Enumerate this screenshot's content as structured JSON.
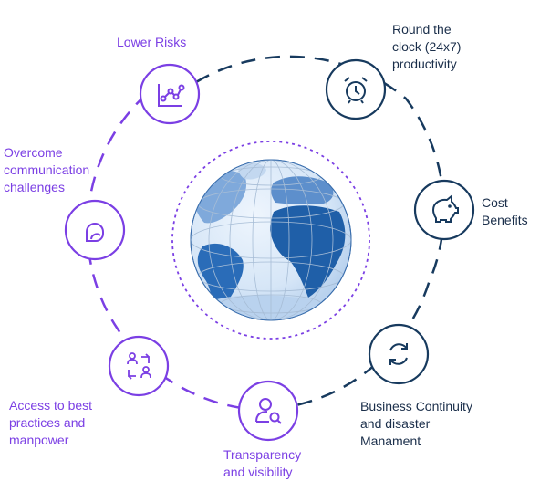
{
  "colors": {
    "purple": "#7b3fe4",
    "navy": "#173a5e",
    "globe_dark": "#1f5fa8",
    "globe_light": "#9fc2e8",
    "background": "#ffffff"
  },
  "nodes": [
    {
      "id": "lower-risks",
      "label": "Lower Risks",
      "icon": "chart-icon",
      "theme": "purple"
    },
    {
      "id": "round-the-clock",
      "label": "Round the\nclock (24x7)\nproductivity",
      "icon": "alarm-clock-icon",
      "theme": "navy"
    },
    {
      "id": "cost-benefits",
      "label": "Cost\nBenefits",
      "icon": "piggy-bank-icon",
      "theme": "navy"
    },
    {
      "id": "business-continuity",
      "label": "Business Continuity\nand disaster\nManament",
      "icon": "refresh-icon",
      "theme": "navy"
    },
    {
      "id": "transparency",
      "label": "Transparency\nand visibility",
      "icon": "user-search-icon",
      "theme": "purple"
    },
    {
      "id": "access-best-practices",
      "label": "Access to best\npractices and\nmanpower",
      "icon": "people-exchange-icon",
      "theme": "purple"
    },
    {
      "id": "communication",
      "label": "Overcome\ncommunication\nchallenges",
      "icon": "chat-bubbles-icon",
      "theme": "purple"
    }
  ]
}
